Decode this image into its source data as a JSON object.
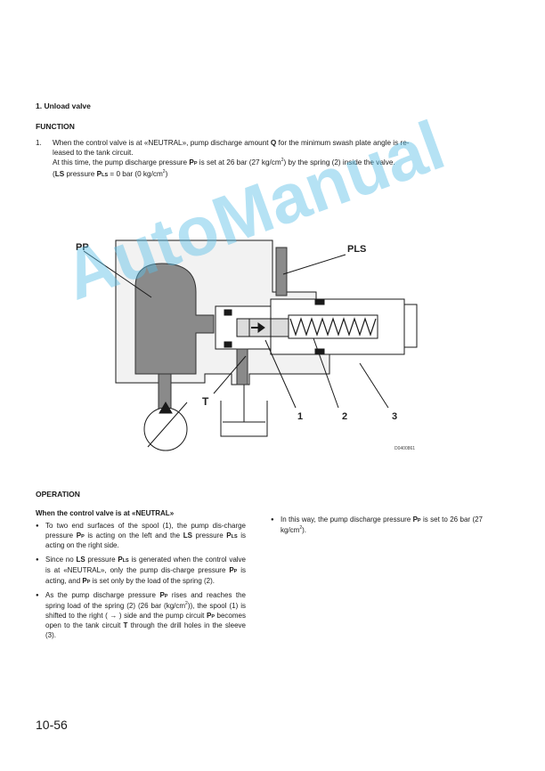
{
  "section": {
    "title": "1.  Unload valve"
  },
  "function": {
    "heading": "FUNCTION",
    "item_number": "1.",
    "line1": "When the control valve is at «NEUTRAL», pump discharge amount ",
    "line1_bold": "Q",
    "line1_end": " for the minimum swash plate angle is re-",
    "line2": "leased to the tank circuit.",
    "line3_a": "At this time, the pump discharge pressure ",
    "pp_main": "P",
    "pp_sub": "P",
    "line3_b": " is set at 26 bar (27 kg/cm",
    "sup2": "2",
    "line3_c": ") by the spring (2) inside the valve.",
    "line4_open": "(",
    "ls_bold": "LS",
    "line4_a": " pressure ",
    "pls_main": "P",
    "pls_sub": "LS",
    "line4_b": " = 0 bar (0 kg/cm",
    "line4_c": ")"
  },
  "diagram": {
    "label_pp": "PP",
    "label_pls": "PLS",
    "label_t": "T",
    "callout_1": "1",
    "callout_2": "2",
    "callout_3": "3",
    "code": "D0400861"
  },
  "watermark": "AutoManual",
  "operation": {
    "heading": "OPERATION",
    "subheading": "When the control valve is at «NEUTRAL»",
    "b1_a": "To two end surfaces of the spool (1), the pump dis-charge pressure ",
    "b1_pp": "P",
    "b1_pp_sub": "P",
    "b1_b": " is acting on the left and the ",
    "b1_ls": "LS",
    "b1_c": " pressure ",
    "b1_pls": "P",
    "b1_pls_sub": "LS",
    "b1_d": " is acting on the right side.",
    "b2_a": "Since no ",
    "b2_ls": "LS",
    "b2_b": " pressure ",
    "b2_pls": "P",
    "b2_pls_sub": "LS",
    "b2_c": " is generated when the control valve is at «NEUTRAL», only the pump dis-charge pressure ",
    "b2_pp": "P",
    "b2_pp_sub": "P",
    "b2_d": " is acting, and ",
    "b2_pp2": "P",
    "b2_pp2_sub": "P",
    "b2_e": " is set only by the load of the spring (2).",
    "b3_a": "As the pump discharge pressure ",
    "b3_pp": "P",
    "b3_pp_sub": "P",
    "b3_b": " rises and reaches the spring load of the spring (2) (26 bar (kg/cm",
    "b3_sup": "2",
    "b3_c": ")), the spool (1) is shifted to the right ( → ) side and the pump circuit ",
    "b3_pp2": "P",
    "b3_pp2_sub": "P",
    "b3_d": " becomes open to the tank circuit ",
    "b3_t": "T",
    "b3_e": " through the drill holes in the sleeve (3).",
    "b4_a": "In this way, the pump discharge pressure ",
    "b4_pp": "P",
    "b4_pp_sub": "P",
    "b4_b": " is set to 26 bar (27 kg/cm",
    "b4_sup": "2",
    "b4_c": ")."
  },
  "page_number": "10-56"
}
